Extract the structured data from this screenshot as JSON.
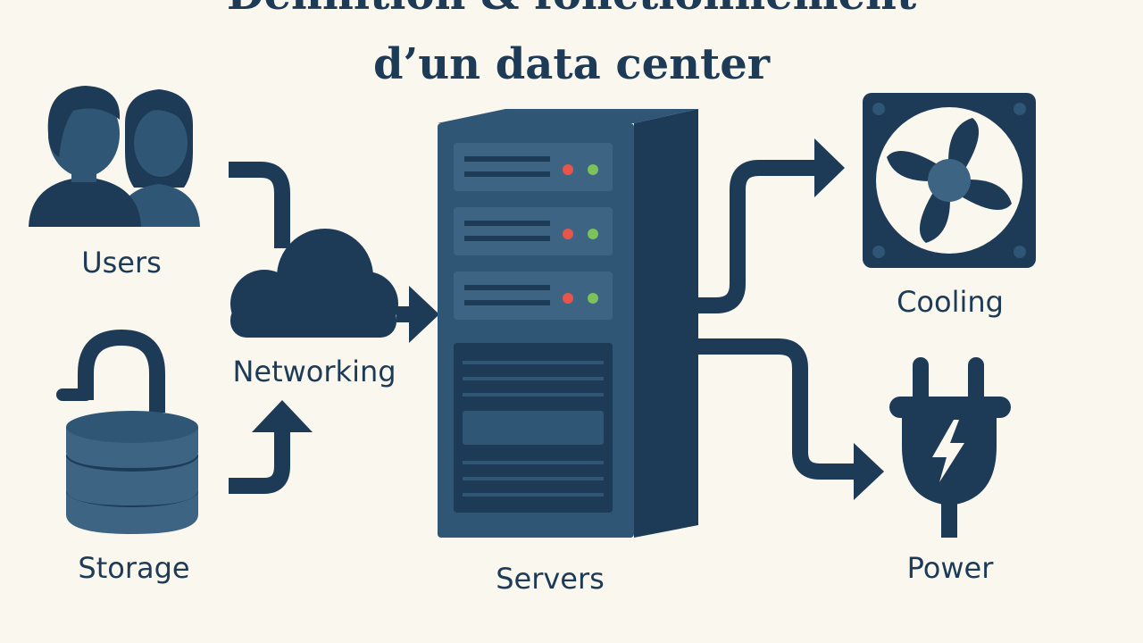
{
  "title": {
    "line1": "Définition & fonctionnement",
    "line2": "d’un data center"
  },
  "nodes": {
    "users": "Users",
    "storage": "Storage",
    "networking": "Networking",
    "servers": "Servers",
    "cooling": "Cooling",
    "power": "Power"
  },
  "icons": {
    "users": "users-icon",
    "storage": "database-lock-icon",
    "networking": "cloud-icon",
    "servers": "server-rack-icon",
    "cooling": "fan-icon",
    "power": "power-plug-icon"
  },
  "colors": {
    "background": "#FAF7EF",
    "dark_navy": "#1D3B57",
    "mid_blue": "#2F5675",
    "light_blue": "#3E6484",
    "led_red": "#E8564B",
    "led_green": "#7CC15A"
  }
}
